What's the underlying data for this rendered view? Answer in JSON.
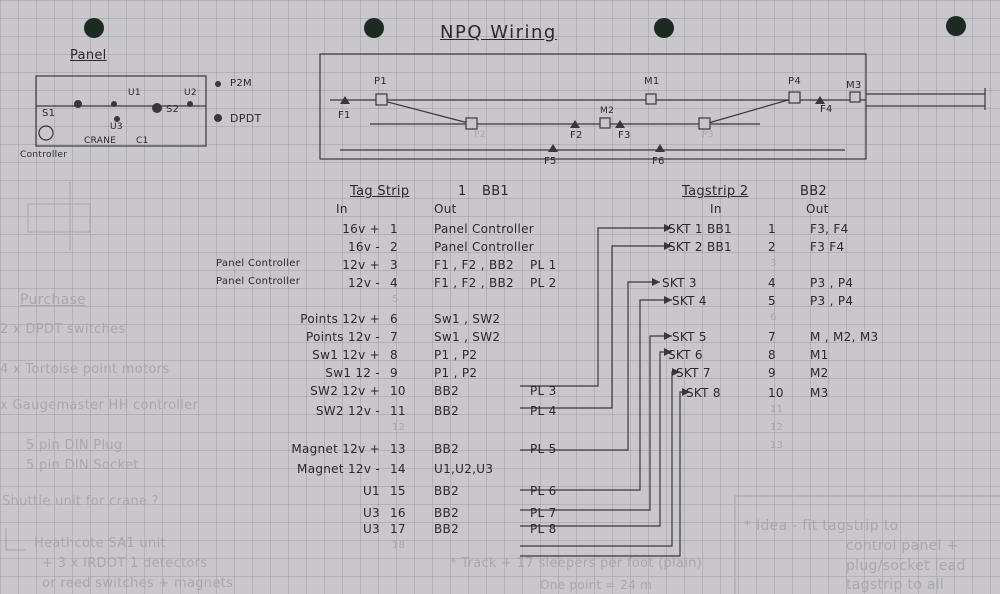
{
  "title": "NPQ Wiring",
  "panel": {
    "heading": "Panel",
    "labels": {
      "s1": "S1",
      "u1": "U1",
      "u2": "U2",
      "s2": "S2",
      "u3": "U3",
      "crane": "CRANE",
      "c1": "C1",
      "controller": "Controller"
    },
    "legend": [
      {
        "symbol": "●",
        "text": "P2M"
      },
      {
        "symbol": "●",
        "text": "DPDT"
      }
    ]
  },
  "track": {
    "points": [
      "P1",
      "P2",
      "P3",
      "P4"
    ],
    "feeds": [
      "F1",
      "F2",
      "F3",
      "F4",
      "F5",
      "F6"
    ],
    "magnets": [
      "M1",
      "M2",
      "M3"
    ]
  },
  "tagstrip1": {
    "title": "Tag Strip",
    "number": "1",
    "code": "BB1",
    "col_in": "In",
    "col_out": "Out",
    "rows": [
      {
        "src": "",
        "in": "16v +",
        "n": "1",
        "out": "Panel Controller",
        "plug": ""
      },
      {
        "src": "",
        "in": "16v -",
        "n": "2",
        "out": "Panel Controller",
        "plug": ""
      },
      {
        "src": "Panel Controller",
        "in": "12v +",
        "n": "3",
        "out": "F1 , F2 , BB2",
        "plug": "PL 1"
      },
      {
        "src": "Panel Controller",
        "in": "12v -",
        "n": "4",
        "out": "F1 , F2 , BB2",
        "plug": "PL 2"
      },
      {
        "src": "",
        "in": "Points 12v +",
        "n": "6",
        "out": "Sw1 , SW2",
        "plug": ""
      },
      {
        "src": "",
        "in": "Points 12v -",
        "n": "7",
        "out": "Sw1 , SW2",
        "plug": ""
      },
      {
        "src": "",
        "in": "Sw1 12v +",
        "n": "8",
        "out": "P1 , P2",
        "plug": ""
      },
      {
        "src": "",
        "in": "Sw1 12 -",
        "n": "9",
        "out": "P1 , P2",
        "plug": ""
      },
      {
        "src": "",
        "in": "SW2 12v +",
        "n": "10",
        "out": "BB2",
        "plug": "PL 3"
      },
      {
        "src": "",
        "in": "SW2 12v -",
        "n": "11",
        "out": "BB2",
        "plug": "PL 4"
      },
      {
        "src": "",
        "in": "Magnet 12v +",
        "n": "13",
        "out": "BB2",
        "plug": "PL 5"
      },
      {
        "src": "",
        "in": "Magnet 12v -",
        "n": "14",
        "out": "U1,U2,U3",
        "plug": ""
      },
      {
        "src": "",
        "in": "U1",
        "n": "15",
        "out": "BB2",
        "plug": "PL 6"
      },
      {
        "src": "",
        "in": "U3",
        "n": "16",
        "out": "BB2",
        "plug": "PL 7"
      },
      {
        "src": "",
        "in": "U3",
        "n": "17",
        "out": "BB2",
        "plug": "PL 8"
      }
    ],
    "faint_numbers": [
      "5",
      "12",
      "18"
    ]
  },
  "tagstrip2": {
    "title": "Tagstrip 2",
    "code": "BB2",
    "col_in": "In",
    "col_out": "Out",
    "rows": [
      {
        "in": "SKT 1 BB1",
        "n": "1",
        "out": "F3, F4"
      },
      {
        "in": "SKT 2 BB1",
        "n": "2",
        "out": "F3  F4"
      },
      {
        "in": "SKT 3",
        "n": "4",
        "out": "P3 , P4"
      },
      {
        "in": "SKT 4",
        "n": "5",
        "out": "P3 , P4"
      },
      {
        "in": "SKT 5",
        "n": "7",
        "out": "M , M2, M3"
      },
      {
        "in": "SKT 6",
        "n": "8",
        "out": "M1"
      },
      {
        "in": "SKT 7",
        "n": "9",
        "out": "M2"
      },
      {
        "in": "SKT 8",
        "n": "10",
        "out": "M3"
      }
    ],
    "faint_numbers": [
      "3",
      "6",
      "11",
      "12",
      "13"
    ]
  },
  "purchase": {
    "heading": "Purchase",
    "items": [
      "2 x DPDT switches",
      "4 x Tortoise point motors",
      "x Gaugemaster HH controller",
      "5 pin DIN Plug",
      "5 pin DIN Socket",
      "Shuttle unit for crane ?",
      "Heathcote SA1 unit",
      "+ 3 x IRDOT 1 detectors",
      "or  reed switches + magnets"
    ]
  },
  "notes": {
    "track": "* Track + 17 sleepers per foot (plain)",
    "track2": "One point = 24 m",
    "idea": "* Idea - fit tagstrip to",
    "idea2": "control panel +",
    "idea3": "plug/socket lead",
    "idea4": "tagstrip to all"
  }
}
